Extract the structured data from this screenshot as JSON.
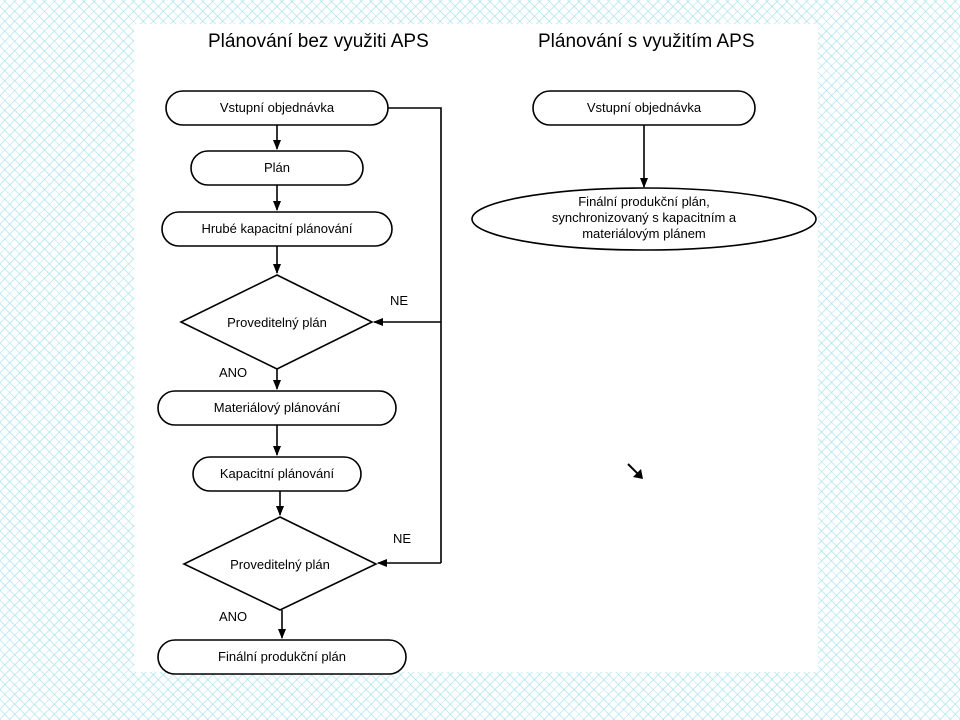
{
  "headings": {
    "left": "Plánování bez využiti APS",
    "right": "Plánování s využitím APS"
  },
  "left_flow": {
    "order": "Vstupní objednávka",
    "plan": "Plán",
    "rough_capacity": "Hrubé kapacitní plánování",
    "feasible_1": "Proveditelný plán",
    "material": "Materiálový plánování",
    "capacity": "Kapacitní plánování",
    "feasible_2": "Proveditelný plán",
    "final": "Finální produkční plán",
    "yes_1": "ANO",
    "no_1": "NE",
    "yes_2": "ANO",
    "no_2": "NE"
  },
  "right_flow": {
    "order": "Vstupní objednávka",
    "final_lines": [
      "Finální produkční plán,",
      "synchronizovaný s kapacitním a",
      "materiálovým plánem"
    ]
  },
  "colors": {
    "pattern": "#96dceb",
    "stroke": "#000000",
    "panel": "#ffffff"
  }
}
